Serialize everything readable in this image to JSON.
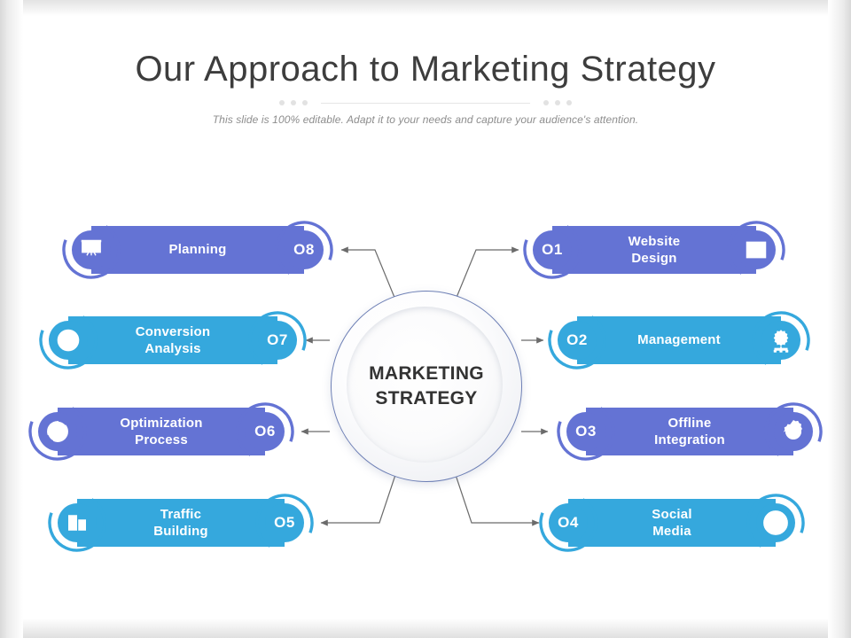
{
  "slide": {
    "title": "Our Approach to Marketing Strategy",
    "subtitle": "This slide is 100% editable. Adapt it to your needs and capture your audience's attention.",
    "hub_line1": "MARKETING",
    "hub_line2": "STRATEGY"
  },
  "colors": {
    "purple": "#6473d4",
    "blue": "#35a8dd",
    "title_text": "#3d3d3d",
    "subtitle_text": "#8d8d8d",
    "hub_border": "#6d7fb5",
    "connector": "#6b6b6b",
    "background": "#ffffff"
  },
  "items": [
    {
      "number": "O1",
      "label_line1": "Website",
      "label_line2": "Design",
      "side": "right",
      "color": "purple",
      "icon": "browser-window-icon"
    },
    {
      "number": "O2",
      "label_line1": "Management",
      "label_line2": "",
      "side": "right",
      "color": "blue",
      "icon": "gear-hierarchy-icon"
    },
    {
      "number": "O3",
      "label_line1": "Offline",
      "label_line2": "Integration",
      "side": "right",
      "color": "purple",
      "icon": "gear-sync-icon"
    },
    {
      "number": "O4",
      "label_line1": "Social",
      "label_line2": "Media",
      "side": "right",
      "color": "blue",
      "icon": "social-network-icon"
    },
    {
      "number": "O5",
      "label_line1": "Traffic",
      "label_line2": "Building",
      "side": "left",
      "color": "blue",
      "icon": "bar-chart-building-icon"
    },
    {
      "number": "O6",
      "label_line1": "Optimization",
      "label_line2": "Process",
      "side": "left",
      "color": "purple",
      "icon": "orbit-check-icon"
    },
    {
      "number": "O7",
      "label_line1": "Conversion",
      "label_line2": "Analysis",
      "side": "left",
      "color": "blue",
      "icon": "dollar-cycle-icon"
    },
    {
      "number": "O8",
      "label_line1": "Planning",
      "label_line2": "",
      "side": "left",
      "color": "purple",
      "icon": "presentation-board-icon"
    }
  ]
}
